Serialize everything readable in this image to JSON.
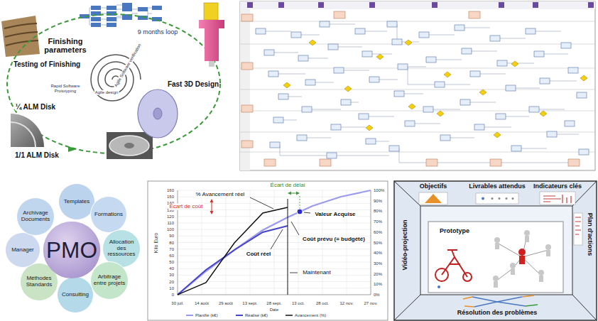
{
  "diagram": {
    "nodes": [
      {
        "text": [
          "PMO"
        ]
      },
      {
        "text": [
          "Templates"
        ]
      },
      {
        "text": [
          "Formations"
        ]
      },
      {
        "text": [
          "Allocation des ressources"
        ]
      },
      {
        "text": [
          "Arbitrage entre projets"
        ]
      },
      {
        "text": [
          "Consulting"
        ]
      },
      {
        "text": [
          "Méthodes Standards"
        ]
      },
      {
        "text": [
          "Manager"
        ]
      },
      {
        "text": [
          "Archivage Documents"
        ]
      }
    ],
    "labels": [
      "Finishing parameters",
      "Testing of Finishing",
      "9 months loop",
      "Agile Software verification",
      "Rapid Software Prototyping",
      "Agile design",
      "¼ ALM Disk",
      "1/1 ALM Disk",
      "Fast 3D Design",
      "Kilo Euro",
      "0",
      "10",
      "20",
      "30",
      "40",
      "50",
      "60",
      "70",
      "80",
      "90",
      "100",
      "110",
      "120",
      "130",
      "140",
      "150",
      "160",
      "0%",
      "10%",
      "20%",
      "30%",
      "40%",
      "50%",
      "60%",
      "70%",
      "80%",
      "90%",
      "100%",
      "30 juil.",
      "14 août",
      "29 août",
      "13 sept.",
      "28 sept.",
      "13 oct.",
      "28 oct.",
      "12 nov.",
      "27 nov.",
      "Date",
      "% Avancement réel",
      "Écart de délai",
      "Écart de coût",
      "Valeur Acquise",
      "Coût prévu (= budgété)",
      "Coût réel",
      "Maintenant",
      "Objectifs",
      "Livrables attendus",
      "Indicateurs clés",
      "Vidéo-projection",
      "Prototype",
      "Plan d'actions",
      "Résolution des problèmes"
    ],
    "legend": [
      {
        "text": "Planifié (k€)"
      },
      {
        "text": "Réalisé (k€)"
      },
      {
        "text": "Avancement (%)"
      }
    ]
  }
}
